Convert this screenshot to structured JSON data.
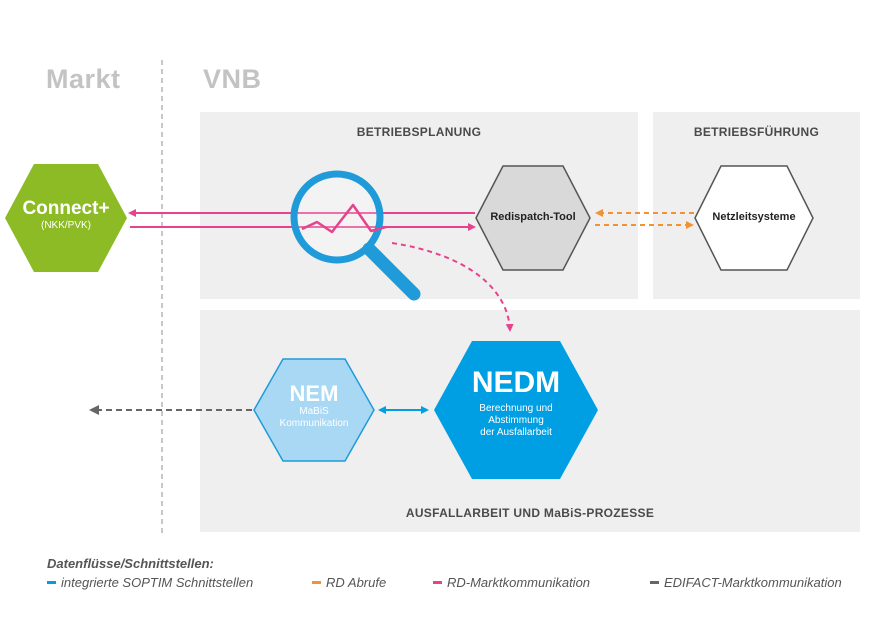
{
  "zones": {
    "market": "Markt",
    "vnb": "VNB"
  },
  "panels": {
    "betriebsplanung": "BETRIEBSPLANUNG",
    "betriebsfuehrung": "BETRIEBSFÜHRUNG",
    "ausfallarbeit": "AUSFALLARBEIT UND MaBiS-PROZESSE"
  },
  "nodes": {
    "connect": {
      "title": "Connect+",
      "subtitle": "(NKK/PVK)",
      "color": "#8dbb25"
    },
    "redispatch": {
      "title": "Redispatch-Tool",
      "color": "#d9d9d9"
    },
    "netzleit": {
      "title": "Netzleitsysteme",
      "color": "#ffffff"
    },
    "nem": {
      "title": "NEM",
      "line1": "MaBiS",
      "line2": "Kommunikation",
      "color": "#a9d8f5"
    },
    "nedm": {
      "title": "NEDM",
      "line1": "Berechnung und",
      "line2": "Abstimmung",
      "line3": "der Ausfallarbeit",
      "color": "#009ee3"
    }
  },
  "legend": {
    "title": "Datenflüsse/Schnittstellen:",
    "items": [
      {
        "label": "integrierte SOPTIM Schnittstellen",
        "color": "#009ee3"
      },
      {
        "label": "RD Abrufe",
        "color": "#f39233"
      },
      {
        "label": "RD-Marktkommunikation",
        "color": "#e5438d"
      },
      {
        "label": "EDIFACT-Marktkommunikation",
        "color": "#666666"
      }
    ]
  },
  "icons": {
    "magnifier": "magnifier-chart-icon"
  }
}
